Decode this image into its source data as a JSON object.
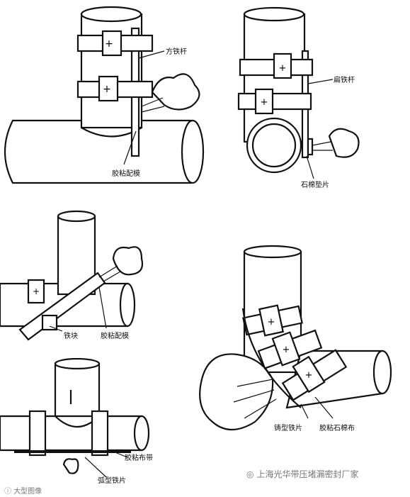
{
  "panels": {
    "p1": {
      "labels": {
        "bar": "方铁杆",
        "glue": "胶粘配模"
      }
    },
    "p2": {
      "labels": {
        "bar": "扁铁杆",
        "pad": "石棉垫片"
      }
    },
    "p3": {
      "labels": {
        "block": "铁块",
        "glue": "胶粘配模"
      }
    },
    "p4": {
      "labels": {
        "cloth": "胶粘布带",
        "arc": "弧型铁片"
      }
    },
    "p5": {
      "labels": {
        "cast": "铸型铁片",
        "asb": "胶粘石棉布"
      }
    }
  },
  "watermark": {
    "right": "上海光华带压堵漏密封厂家",
    "left": "大型图像"
  }
}
